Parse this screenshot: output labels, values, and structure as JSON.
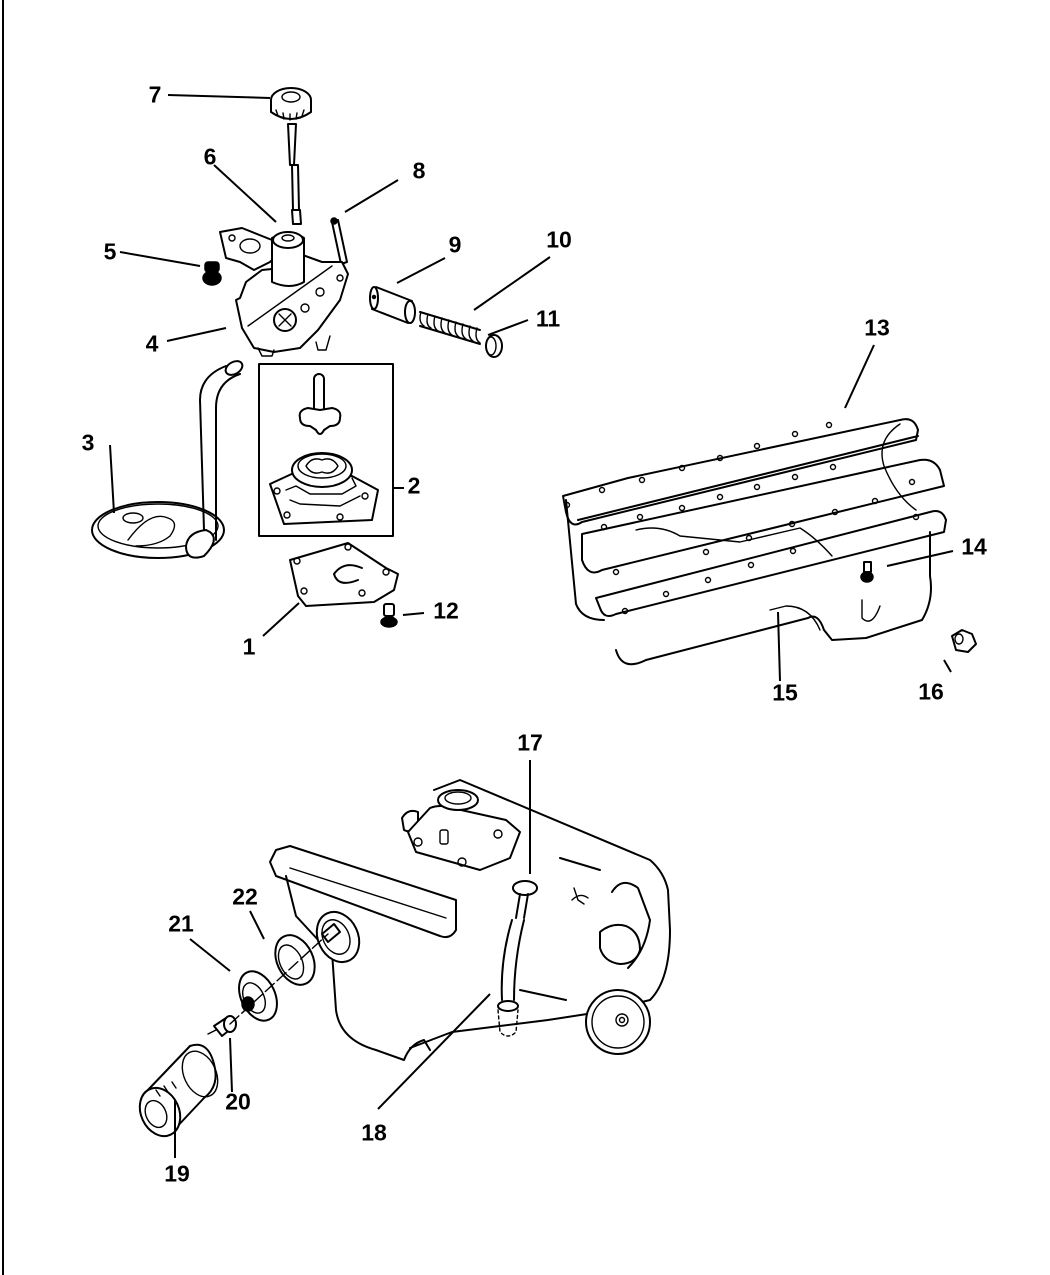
{
  "diagram": {
    "title": "Oil Pump, Oil Pan, Oil Filter and Dipstick exploded parts diagram",
    "callouts": [
      {
        "id": "1",
        "label": "1",
        "part": "oil-pump-cover"
      },
      {
        "id": "2",
        "label": "2",
        "part": "oil-pump-rotor-kit"
      },
      {
        "id": "3",
        "label": "3",
        "part": "oil-pickup-tube-screen"
      },
      {
        "id": "4",
        "label": "4",
        "part": "oil-pump-body"
      },
      {
        "id": "5",
        "label": "5",
        "part": "bolt"
      },
      {
        "id": "6",
        "label": "6",
        "part": "intermediate-shaft"
      },
      {
        "id": "7",
        "label": "7",
        "part": "drive-gear-shaft"
      },
      {
        "id": "8",
        "label": "8",
        "part": "roll-pin"
      },
      {
        "id": "9",
        "label": "9",
        "part": "relief-valve-plunger"
      },
      {
        "id": "10",
        "label": "10",
        "part": "relief-valve-spring"
      },
      {
        "id": "11",
        "label": "11",
        "part": "retainer-cap"
      },
      {
        "id": "12",
        "label": "12",
        "part": "cover-bolt"
      },
      {
        "id": "13",
        "label": "13",
        "part": "oil-pan-gasket"
      },
      {
        "id": "14",
        "label": "14",
        "part": "oil-pan-bolt"
      },
      {
        "id": "15",
        "label": "15",
        "part": "oil-pan"
      },
      {
        "id": "16",
        "label": "16",
        "part": "drain-plug"
      },
      {
        "id": "17",
        "label": "17",
        "part": "dipstick"
      },
      {
        "id": "18",
        "label": "18",
        "part": "dipstick-tube"
      },
      {
        "id": "19",
        "label": "19",
        "part": "oil-filter"
      },
      {
        "id": "20",
        "label": "20",
        "part": "filter-adapter-fitting"
      },
      {
        "id": "21",
        "label": "21",
        "part": "filter-adapter"
      },
      {
        "id": "22",
        "label": "22",
        "part": "adapter-gasket"
      }
    ]
  }
}
